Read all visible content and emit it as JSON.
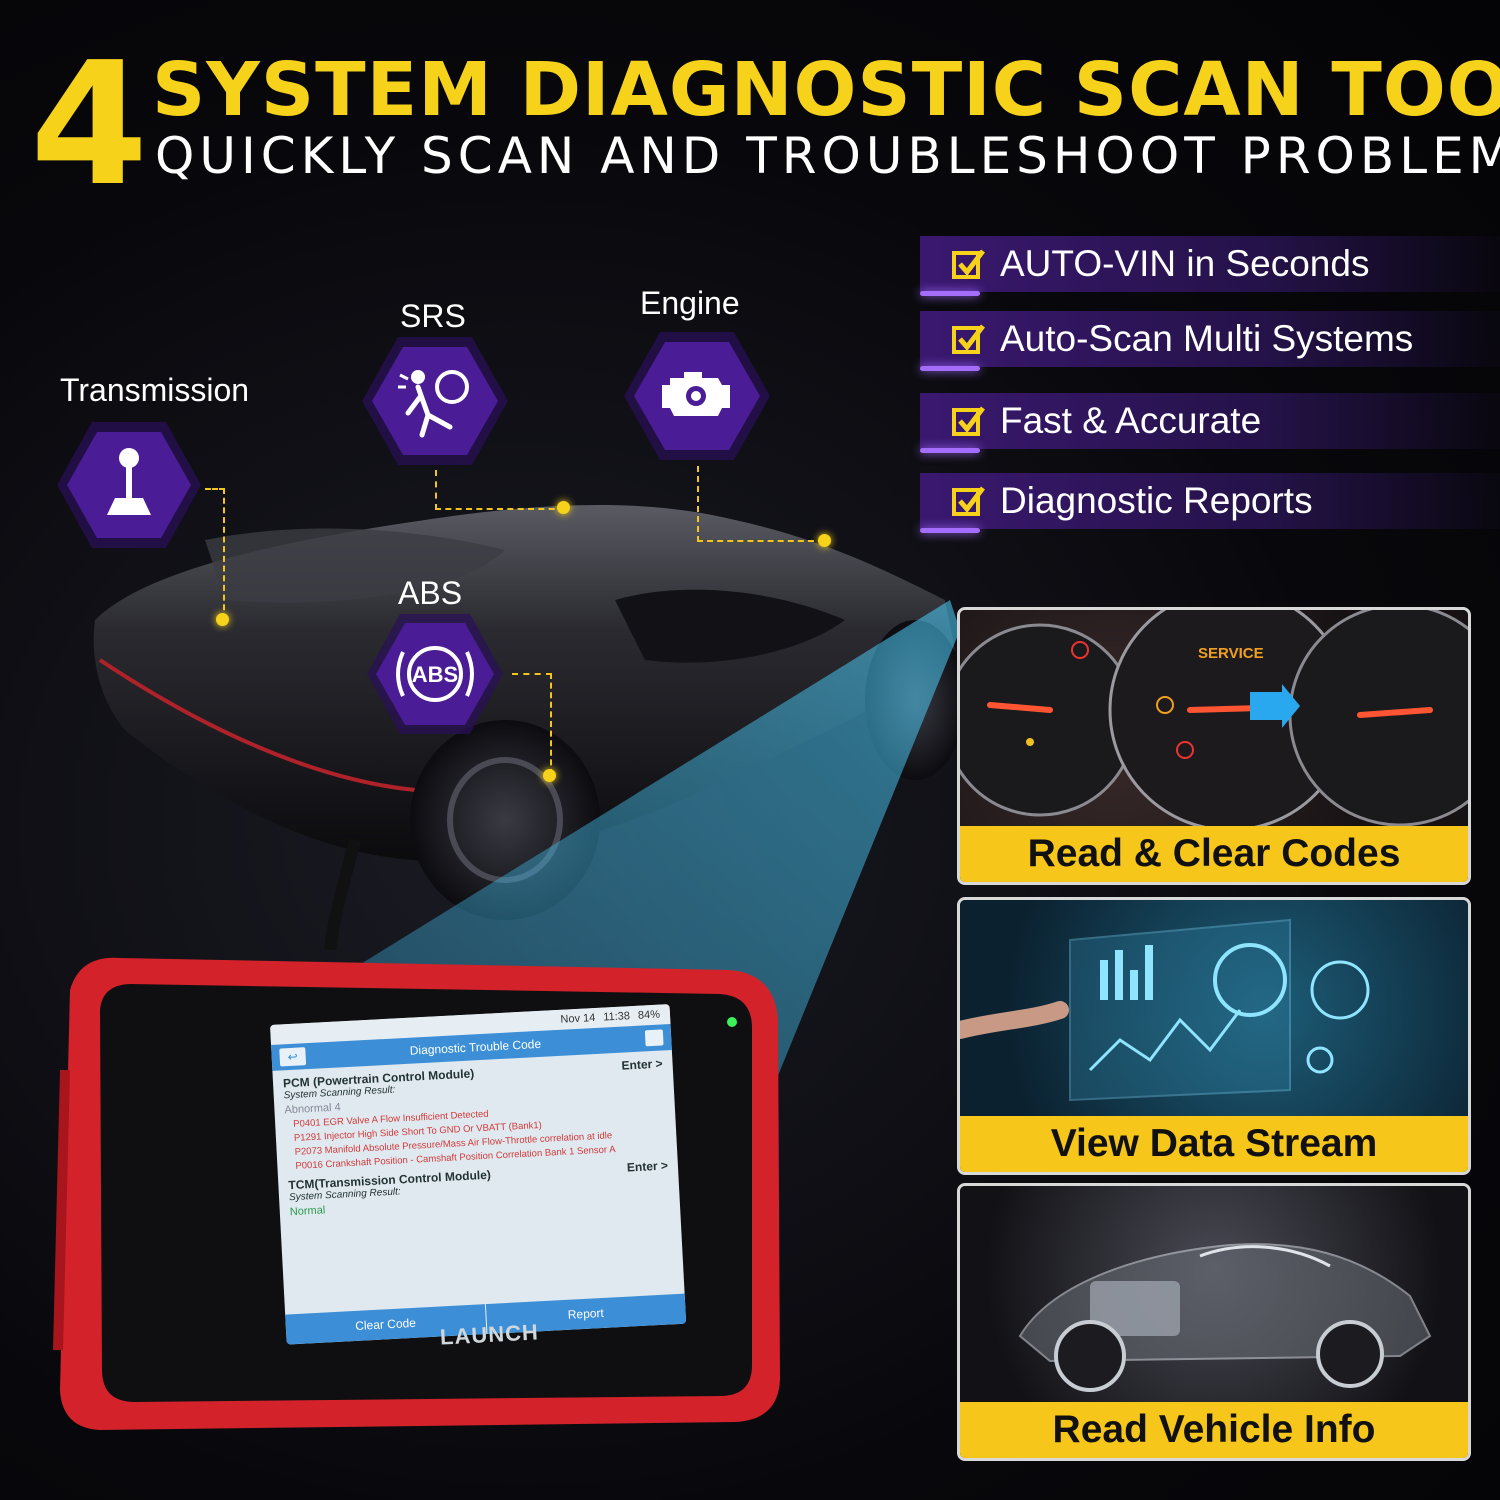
{
  "headline": {
    "number": "4",
    "title": "SYSTEM DIAGNOSTIC SCAN TOOL",
    "subtitle": "QUICKLY SCAN AND TROUBLESHOOT PROBLEMS"
  },
  "features": [
    {
      "label": "AUTO-VIN in Seconds",
      "icon": "checkbox-icon"
    },
    {
      "label": "Auto-Scan Multi Systems",
      "icon": "checkbox-icon"
    },
    {
      "label": "Fast & Accurate",
      "icon": "checkbox-icon"
    },
    {
      "label": "Diagnostic Reports",
      "icon": "checkbox-icon"
    }
  ],
  "systems": {
    "transmission": {
      "label": "Transmission",
      "icon": "gear-shift-icon"
    },
    "srs": {
      "label": "SRS",
      "icon": "airbag-icon"
    },
    "engine": {
      "label": "Engine",
      "icon": "engine-icon"
    },
    "abs": {
      "label": "ABS",
      "icon": "abs-icon",
      "icon_text": "ABS"
    }
  },
  "panels": [
    {
      "caption": "Read & Clear Codes",
      "image": "dashboard-gauges",
      "gauge_text": "SERVICE"
    },
    {
      "caption": "View Data Stream",
      "image": "data-stream-hud"
    },
    {
      "caption": "Read Vehicle Info",
      "image": "xray-car"
    }
  ],
  "device": {
    "brand": "LAUNCH",
    "status_bar": {
      "date": "Nov 14",
      "time": "11:38",
      "battery": "84%"
    },
    "screen_title": "Diagnostic Trouble Code",
    "modules": [
      {
        "name": "PCM (Powertrain Control Module)",
        "enter": "Enter >",
        "result_label": "System Scanning Result:",
        "status": "Abnormal 4",
        "codes": [
          "P0401 EGR Valve A Flow Insufficient Detected",
          "P1291 Injector High Side Short To GND Or VBATT (Bank1)",
          "P2073 Manifold Absolute Pressure/Mass Air Flow-Throttle correlation at idle",
          "P0016 Crankshaft Position - Camshaft Position Correlation Bank 1 Sensor A"
        ]
      },
      {
        "name": "TCM(Transmission Control Module)",
        "enter": "Enter >",
        "result_label": "System Scanning Result:",
        "status": "Normal",
        "codes": []
      }
    ],
    "buttons": {
      "clear": "Clear Code",
      "report": "Report"
    }
  },
  "colors": {
    "accent_yellow": "#f7d21b",
    "hex_purple": "#3b1679",
    "feature_bar": "#3a1870",
    "device_red": "#d3222a",
    "screen_blue": "#3c8fd6"
  }
}
